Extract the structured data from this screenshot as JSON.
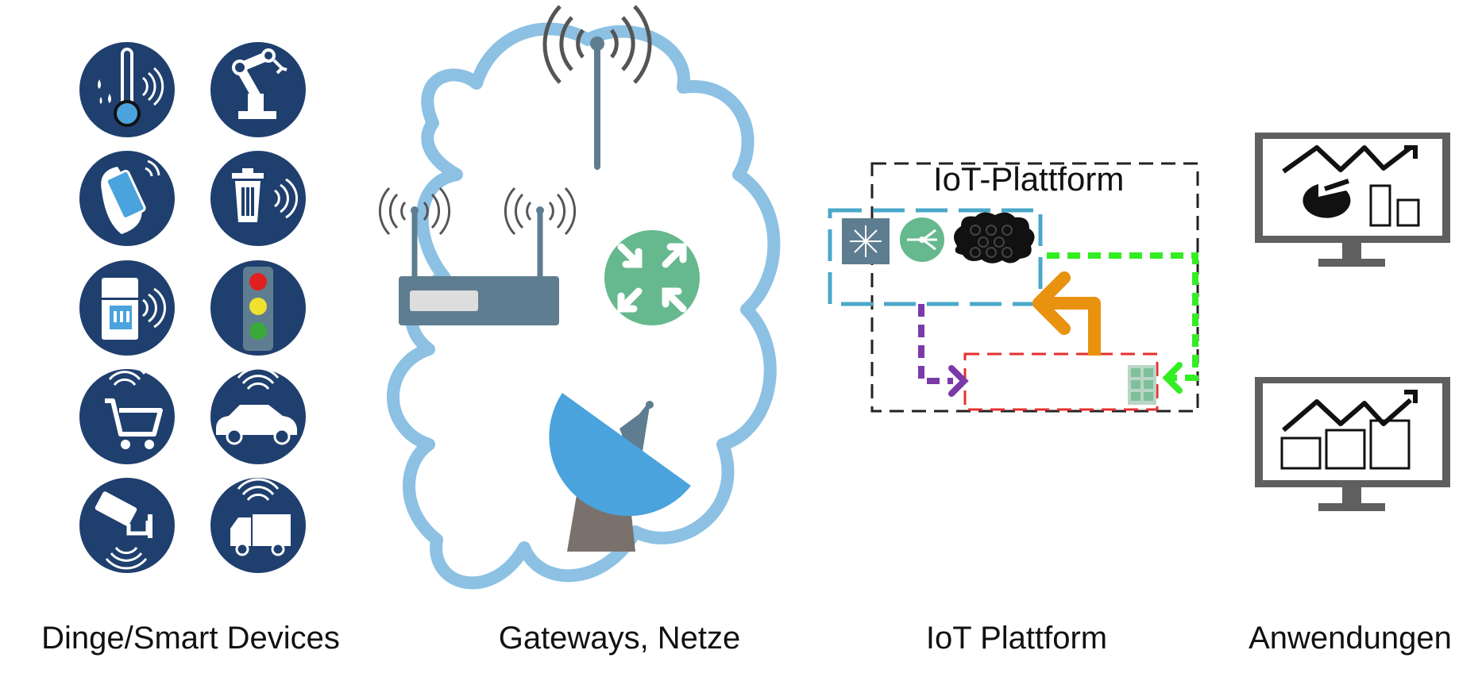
{
  "labels": {
    "devices": "Dinge/Smart Devices",
    "gateways": "Gateways, Netze",
    "platform": "IoT Plattform",
    "apps": "Anwendungen",
    "platform_box_title": "IoT-Plattform"
  },
  "colors": {
    "device_circle": "#1f3f6e",
    "cloud_outline": "#8cc1e3",
    "router_green": "#66b88e",
    "modem_body": "#5e7d91",
    "dish_blue": "#4aa3dc",
    "service_box": "#4aa8c9",
    "purple_arrow": "#7a3aa8",
    "orange_arrow": "#e8920f",
    "green_arrow": "#33ee22",
    "red_box": "#e53030"
  },
  "devices": [
    {
      "name": "thermometer-icon"
    },
    {
      "name": "robot-arm-icon"
    },
    {
      "name": "smartphone-hand-icon"
    },
    {
      "name": "trash-bin-icon"
    },
    {
      "name": "fridge-icon"
    },
    {
      "name": "traffic-light-icon"
    },
    {
      "name": "shopping-cart-icon"
    },
    {
      "name": "car-icon"
    },
    {
      "name": "security-camera-icon"
    },
    {
      "name": "truck-icon"
    }
  ]
}
